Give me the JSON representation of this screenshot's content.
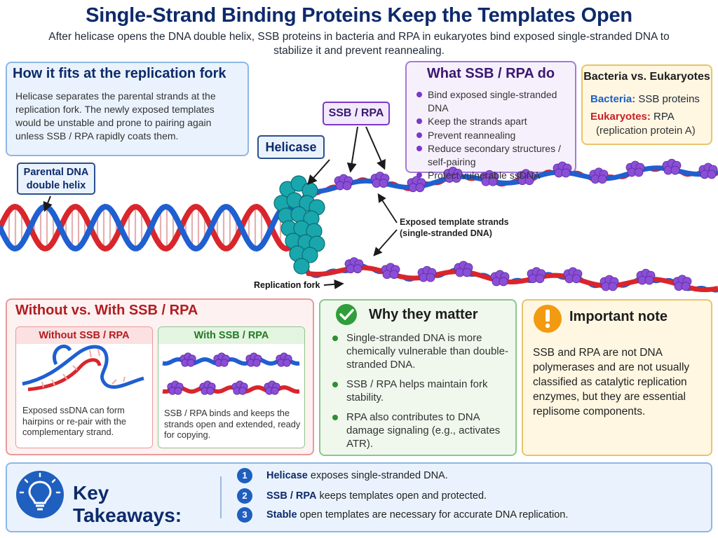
{
  "title": "Single-Strand Binding Proteins Keep the Templates Open",
  "subtitle": "After helicase opens the DNA double helix, SSB proteins in bacteria and RPA in eukaryotes bind exposed single-stranded DNA to stabilize it and prevent reannealing.",
  "fork_panel": {
    "heading": "How it fits at the replication fork",
    "body": "Helicase separates the parental strands at the replication fork. The newly exposed templates would be unstable and prone to pairing again unless SSB / RPA rapidly coats them."
  },
  "what_panel": {
    "heading": "What SSB / RPA do",
    "items": [
      "Bind exposed single-stranded DNA",
      "Keep the strands apart",
      "Prevent reannealing",
      "Reduce secondary structures / self-pairing",
      "Protect vulnerable ssDNA"
    ]
  },
  "bve_panel": {
    "heading": "Bacteria vs. Eukaryotes",
    "bacteria_key": "Bacteria:",
    "bacteria_value": "SSB proteins",
    "euk_key": "Eukaryotes:",
    "euk_value": "RPA",
    "euk_full": "(replication protein A)"
  },
  "diagram": {
    "parental_label": "Parental DNA double helix",
    "helicase_label": "Helicase",
    "ssb_label": "SSB / RPA",
    "exposed_label": "Exposed template strands (single-stranded DNA)",
    "fork_label": "Replication fork"
  },
  "compare_panel": {
    "heading": "Without vs. With SSB / RPA",
    "without_head": "Without SSB / RPA",
    "without_text": "Exposed ssDNA can form hairpins or re-pair with the complementary strand.",
    "with_head": "With SSB / RPA",
    "with_text": "SSB / RPA binds and keeps the strands open and extended, ready for copying."
  },
  "why_panel": {
    "heading": "Why they matter",
    "items": [
      "Single-stranded DNA is more chemically vulnerable than double-stranded DNA.",
      "SSB / RPA helps maintain fork stability.",
      "RPA also contributes to DNA damage signaling (e.g., activates ATR)."
    ]
  },
  "note_panel": {
    "heading": "Important note",
    "body": "SSB and RPA are not DNA polymerases and are not usually classified as catalytic replication enzymes, but they are essential replisome components."
  },
  "takeaways": {
    "heading": "Key Takeaways:",
    "items": [
      {
        "num": "1",
        "strong": "Helicase",
        "rest": " exposes single-stranded DNA."
      },
      {
        "num": "2",
        "strong": "SSB / RPA",
        "rest": " keeps templates open and protected."
      },
      {
        "num": "3",
        "strong": "Stable",
        "rest": " open templates are necessary for accurate DNA replication."
      }
    ]
  },
  "colors": {
    "strand_blue": "#1f5fd0",
    "strand_red": "#d8262c",
    "ssb_purple": "#8a4fd6",
    "helicase_teal": "#1aa6ad"
  },
  "icons": [
    "checkmark-icon",
    "exclamation-icon",
    "lightbulb-icon"
  ]
}
